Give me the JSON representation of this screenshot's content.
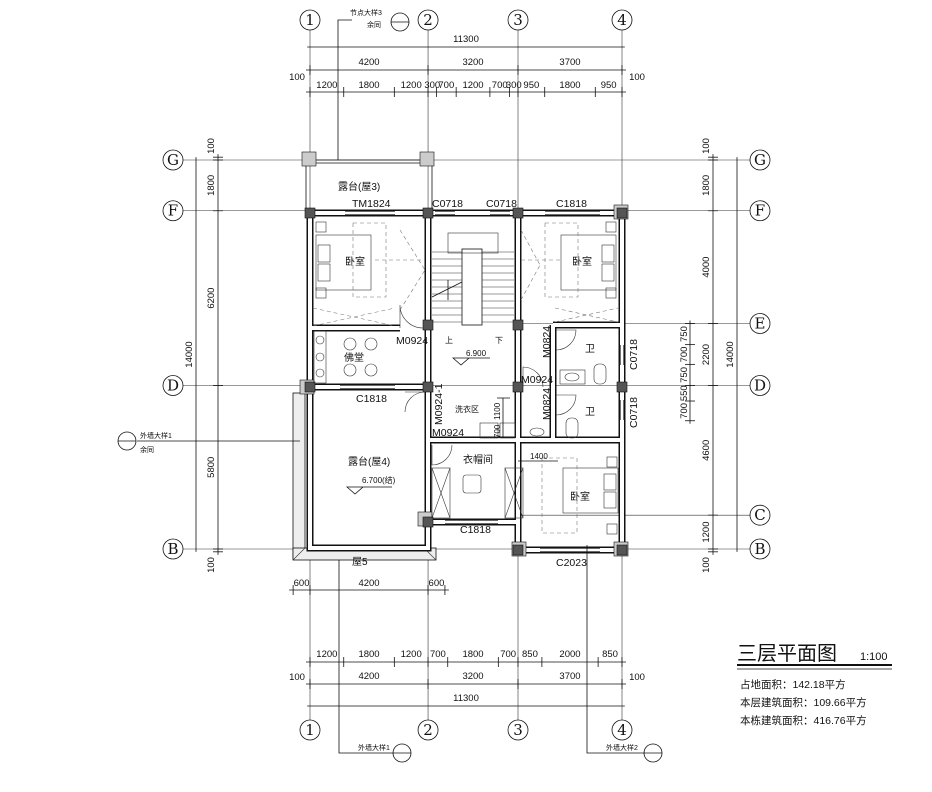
{
  "axes": {
    "columns": [
      "1",
      "2",
      "3",
      "4"
    ],
    "column_spacings_mm": [
      4200,
      3200,
      3700
    ],
    "rows": [
      "G",
      "F",
      "E",
      "D",
      "C",
      "B"
    ],
    "row_offsets_mm": {
      "G": 0,
      "F": 1800,
      "E": 5800,
      "D": 8000,
      "C": 12600,
      "B": 13800
    }
  },
  "dims": {
    "top_total": "11300",
    "top_overhang": [
      "100",
      "100"
    ],
    "top_grid": [
      "4200",
      "3200",
      "3700"
    ],
    "top_sub": [
      "1200",
      "1800",
      "1200",
      "300",
      "700",
      "1200",
      "700",
      "300",
      "950",
      "1800",
      "950"
    ],
    "top_sub_mm": [
      1200,
      1800,
      1200,
      300,
      700,
      1200,
      700,
      300,
      950,
      1800,
      950
    ],
    "bottom_total": "11300",
    "bottom_overhang": [
      "100",
      "100"
    ],
    "bottom_grid": [
      "4200",
      "3200",
      "3700"
    ],
    "bottom_sub": [
      "1200",
      "1800",
      "1200",
      "700",
      "1800",
      "700",
      "850",
      "2000",
      "850"
    ],
    "bottom_sub_mm": [
      1200,
      1800,
      1200,
      700,
      1800,
      700,
      850,
      2000,
      850
    ],
    "terrace": [
      "600",
      "4200",
      "600"
    ],
    "left_total": "14000",
    "left_chain": [
      "100",
      "1800",
      "6200",
      "5800",
      "100"
    ],
    "left_chain_mm": [
      100,
      1800,
      6200,
      5800,
      100
    ],
    "right_total": "14000",
    "right_chain": [
      "100",
      "1800",
      "4000",
      "2200",
      "4600",
      "1200",
      "100"
    ],
    "right_chain_mm": [
      100,
      1800,
      4000,
      2200,
      4600,
      1200,
      100
    ],
    "right_detail": [
      "750",
      "700",
      "750",
      "550",
      "700"
    ],
    "right_detail_mm": [
      750,
      700,
      750,
      550,
      700
    ]
  },
  "rooms": {
    "terrace_top": "露台(屋3)",
    "bedroom_nw": "卧室",
    "bedroom_ne": "卧室",
    "shrine": "佛堂",
    "bath_upper": "卫",
    "bath_lower": "卫",
    "laundry": "洗衣区",
    "cloakroom": "衣帽间",
    "bedroom_se": "卧室",
    "terrace_bottom": "露台(屋4)",
    "roof5": "屋5"
  },
  "openings": {
    "tm1824": "TM1824",
    "c0718_a": "C0718",
    "c0718_b": "C0718",
    "c1818_ne": "C1818",
    "m0924_nw": "M0924",
    "m0824_upper": "M0824",
    "m0924_stair": "M0924",
    "c0718_r1": "C0718",
    "c0718_r2": "C0718",
    "c1818_w": "C1818",
    "m0924_1": "M0924-1",
    "m0924_l": "M0924",
    "m0824_lower": "M0824",
    "c1818_s": "C1818",
    "c2023": "C2023"
  },
  "levels": {
    "stair": "6.900",
    "terrace": "6.700(结)"
  },
  "stair": {
    "up": "上",
    "down": "下"
  },
  "local_dims": {
    "laundry_h": "1100",
    "laundry_w": "700",
    "bed_gap": "1400"
  },
  "callouts": {
    "node3": {
      "title": "节点大样3",
      "note": "余同"
    },
    "wall1_left": {
      "title": "外墙大样1",
      "note": "余同"
    },
    "wall1_bottom": {
      "title": "外墙大样1"
    },
    "wall2_bottom": {
      "title": "外墙大样2"
    }
  },
  "title": {
    "name": "三层平面图",
    "scale": "1:100",
    "areas": [
      "占地面积：142.18平方",
      "本层建筑面积：109.66平方",
      "本栋建筑面积：416.76平方"
    ]
  }
}
